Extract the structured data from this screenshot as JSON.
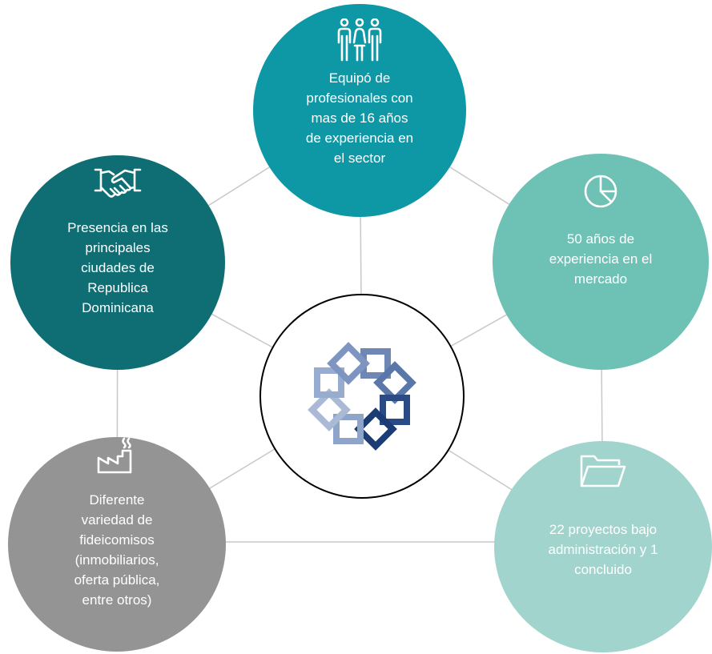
{
  "nodes": {
    "team": {
      "label": "Equipó de\nprofesionales con\nmas de 16 años\nde experiencia en\nel sector",
      "icon": "people-icon",
      "color": "#0e97a5"
    },
    "presence": {
      "label": "Presencia en las\nprincipales\nciudades de\nRepublica\nDominicana",
      "icon": "handshake-icon",
      "color": "#0e6e73"
    },
    "years": {
      "label": "50 años de\nexperiencia en el\nmercado",
      "icon": "pie-chart-icon",
      "color": "#6ec1b5"
    },
    "trusts": {
      "label": "Diferente\nvariedad de\nfideicomisos\n(inmobiliarios,\noferta pública,\nentre otros)",
      "icon": "factory-icon",
      "color": "#949494"
    },
    "projects": {
      "label": "22 proyectos bajo\nadministración y 1\nconcluido",
      "icon": "folder-icon",
      "color": "#a0d4cd"
    }
  },
  "center": {
    "icon": "company-logo-icon",
    "border_color": "#000000"
  },
  "connector_color": "#c8c8c8"
}
